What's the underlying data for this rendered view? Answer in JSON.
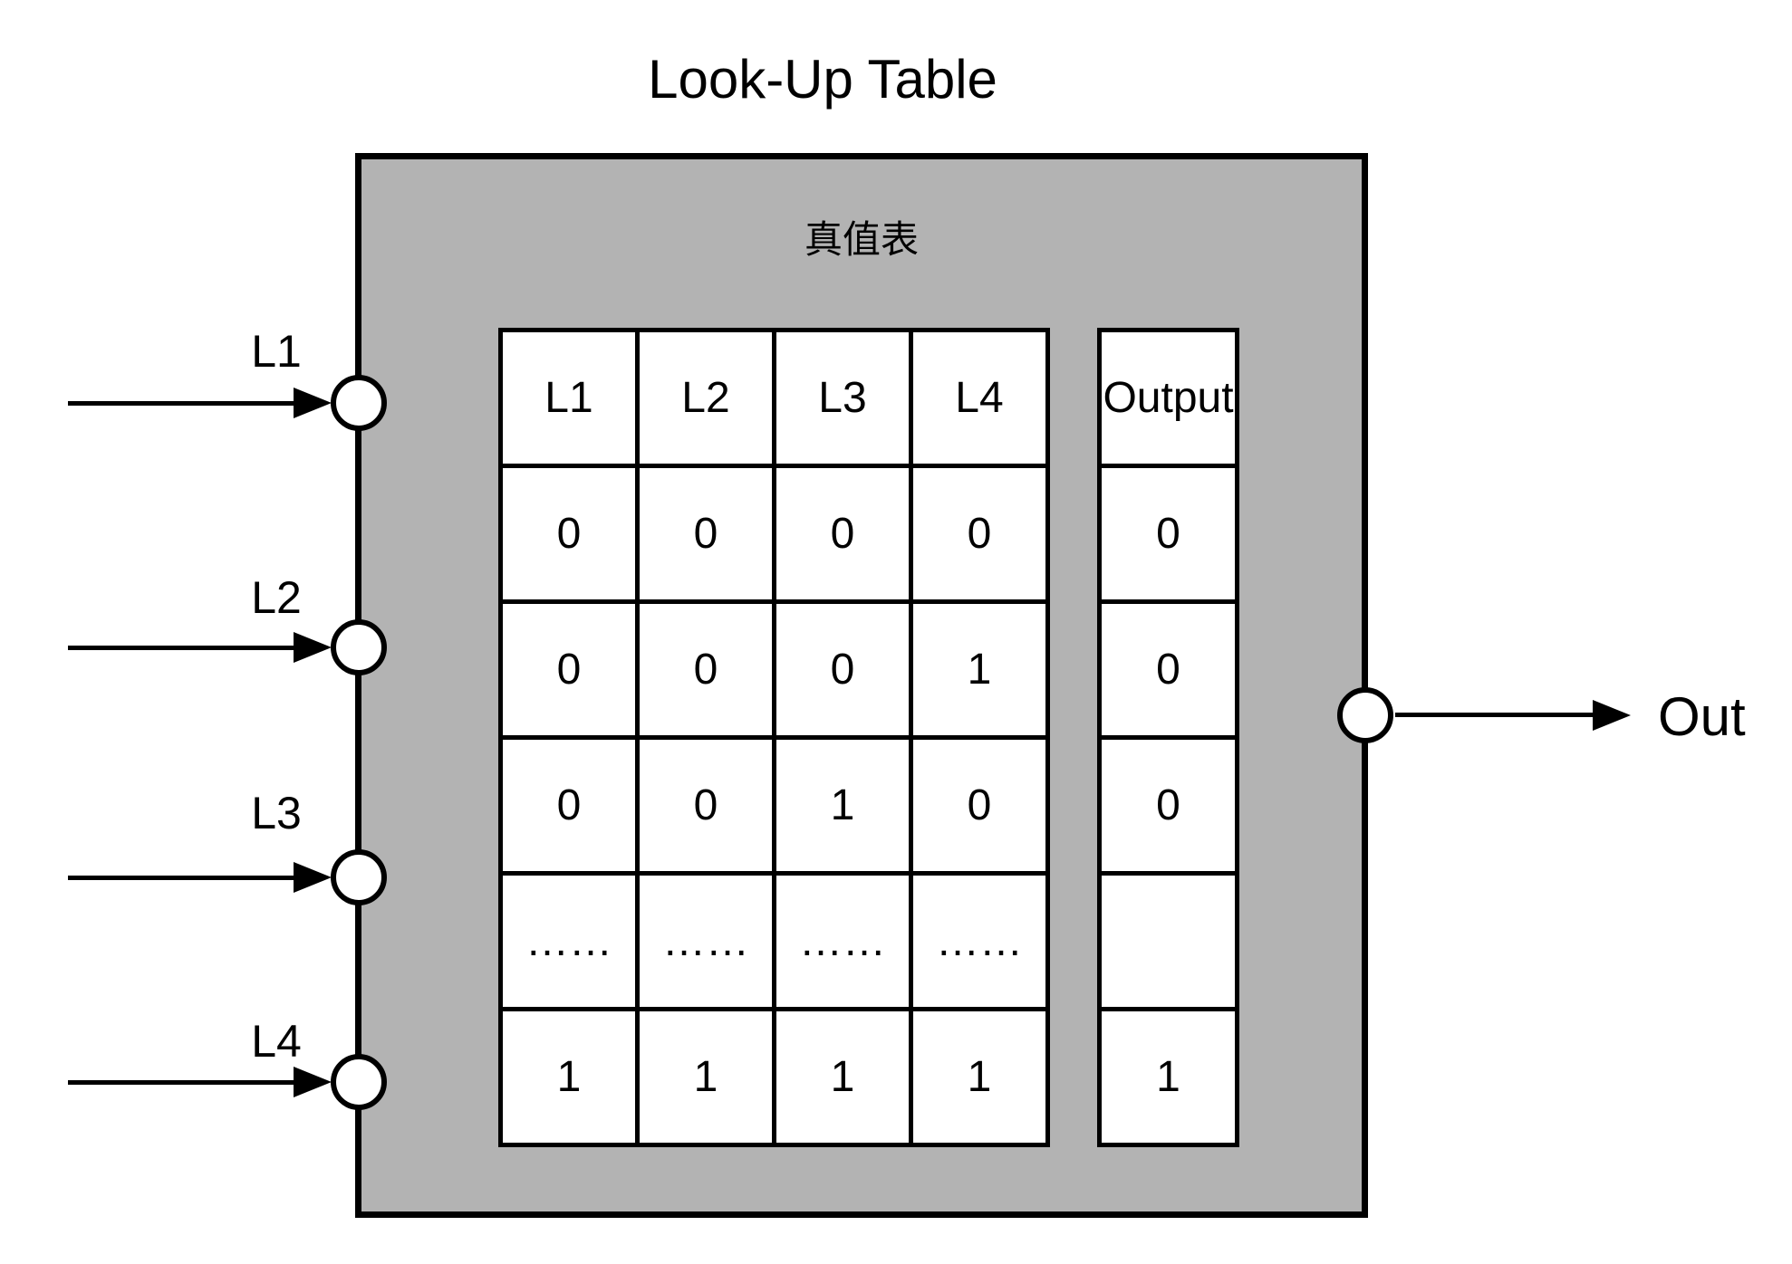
{
  "diagram": {
    "title": "Look-Up Table"
  },
  "lut": {
    "inner_label": "真值表",
    "box_fill_color": "#b3b3b3",
    "line_color": "#000000",
    "cell_fill_color": "#ffffff"
  },
  "inputs": [
    {
      "label": "L1"
    },
    {
      "label": "L2"
    },
    {
      "label": "L3"
    },
    {
      "label": "L4"
    }
  ],
  "output_port": {
    "label": "Out"
  },
  "truth_table": {
    "columns": [
      "L1",
      "L2",
      "L3",
      "L4"
    ],
    "output_header": "Output",
    "rows": [
      {
        "inputs": [
          "0",
          "0",
          "0",
          "0"
        ],
        "output": "0"
      },
      {
        "inputs": [
          "0",
          "0",
          "0",
          "1"
        ],
        "output": "0"
      },
      {
        "inputs": [
          "0",
          "0",
          "1",
          "0"
        ],
        "output": "0"
      },
      {
        "inputs": [
          "……",
          "……",
          "……",
          "……"
        ],
        "output": ""
      },
      {
        "inputs": [
          "1",
          "1",
          "1",
          "1"
        ],
        "output": "1"
      }
    ]
  }
}
